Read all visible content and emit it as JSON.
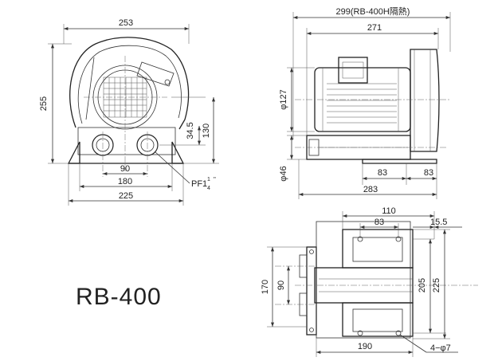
{
  "model": "RB-400",
  "front_view": {
    "width_top": "253",
    "height_total": "255",
    "outlet_offset": "34.5",
    "center_height": "130",
    "port_spacing": "90",
    "foot_spacing": "180",
    "base_width": "225",
    "port_label_main": "PF1",
    "port_label_num": "1",
    "port_label_den": "4",
    "port_label_mark": "\""
  },
  "side_view": {
    "length_total": "299(RB-400H隔熱)",
    "length_body": "271",
    "motor_diameter": "φ127",
    "port_diameter": "φ46",
    "foot_right": "83",
    "foot_left": "83",
    "base_length": "283"
  },
  "top_view": {
    "width_top": "110",
    "hole_offset": "83",
    "edge_offset": "15.5",
    "height_left": "170",
    "port_spacing": "90",
    "inner_height": "205",
    "outer_height": "225",
    "base_width": "190",
    "holes": "4−φ7"
  }
}
